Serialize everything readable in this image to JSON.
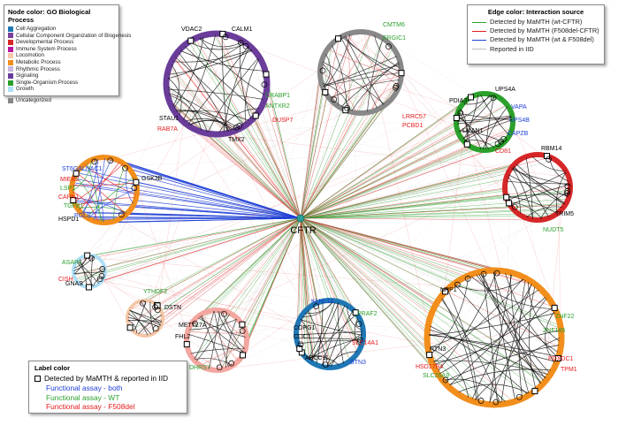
{
  "center": {
    "label": "CFTR"
  },
  "node_legend": {
    "title": "Node color: GO Biological Process",
    "items": [
      {
        "label": "Cell Aggregation",
        "color": "#1f77b4"
      },
      {
        "label": "Cellular Component Organization of Biogenesis",
        "color": "#7b3f99"
      },
      {
        "label": "Developmental Process",
        "color": "#d62728"
      },
      {
        "label": "Immune System Process",
        "color": "#b5179e"
      },
      {
        "label": "Locomotion",
        "color": "#f4c7a8"
      },
      {
        "label": "Metabolic Process",
        "color": "#f28e1c"
      },
      {
        "label": "Rhythmic Process",
        "color": "#c7b8e0"
      },
      {
        "label": "Signaling",
        "color": "#6a3d9a"
      },
      {
        "label": "Single-Organism Process",
        "color": "#2ca02c"
      },
      {
        "label": "Growth",
        "color": "#aedff7"
      }
    ],
    "uncat": {
      "label": "Uncategorized",
      "color": "#888888"
    }
  },
  "edge_legend": {
    "title": "Edge color: Interaction source",
    "items": [
      {
        "label": "Detected by MaMTH (wt-CFTR)",
        "color": "#2ca02c"
      },
      {
        "label": "Detected by MaMTH (F508del-CFTR)",
        "color": "#e41a1c"
      },
      {
        "label": "Detected by MaMTH (wt & F508del)",
        "color": "#1f3fd6"
      },
      {
        "label": "Reported in IID",
        "color": "#bdbdbd"
      }
    ]
  },
  "label_legend": {
    "title": "Label color",
    "items": [
      {
        "label": "Detected by MaMTH & reported in IID",
        "color": "#000000"
      },
      {
        "label": "Functional assay - both",
        "color": "#1f3fd6"
      },
      {
        "label": "Functional assay - WT",
        "color": "#2ca02c"
      },
      {
        "label": "Functional assay - F508del",
        "color": "#e41a1c"
      }
    ]
  },
  "clusters": [
    {
      "id": "purple",
      "color": "#6a3d9a",
      "labels": [
        {
          "text": "VDAC2",
          "color": "#000000"
        },
        {
          "text": "CALM1",
          "color": "#000000"
        },
        {
          "text": "STAU1",
          "color": "#000000"
        },
        {
          "text": "RAB7A",
          "color": "#e41a1c"
        },
        {
          "text": "CRABP1",
          "color": "#2ca02c"
        },
        {
          "text": "ANTXR2",
          "color": "#2ca02c"
        },
        {
          "text": "DUSP7",
          "color": "#e41a1c"
        },
        {
          "text": "TMX2",
          "color": "#000000"
        }
      ]
    },
    {
      "id": "gray",
      "color": "#888888",
      "labels": [
        {
          "text": "LRRC57",
          "color": "#e41a1c"
        },
        {
          "text": "PCBD1",
          "color": "#e41a1c"
        },
        {
          "text": "CMTM6",
          "color": "#2ca02c"
        },
        {
          "text": "ERGIC1",
          "color": "#2ca02c"
        }
      ]
    },
    {
      "id": "green",
      "color": "#2ca02c",
      "labels": [
        {
          "text": "UPS4A",
          "color": "#000000"
        },
        {
          "text": "VAPA",
          "color": "#1f3fd6"
        },
        {
          "text": "UPS4B",
          "color": "#1f3fd6"
        },
        {
          "text": "CAPZB",
          "color": "#1f3fd6"
        },
        {
          "text": "PDIA3",
          "color": "#000000"
        },
        {
          "text": "CD81",
          "color": "#e41a1c"
        },
        {
          "text": "LMAN1",
          "color": "#000000"
        }
      ]
    },
    {
      "id": "orange-left",
      "color": "#f28e1c",
      "labels": [
        {
          "text": "ST6GALNAC1",
          "color": "#1f3fd6"
        },
        {
          "text": "MIER2",
          "color": "#e41a1c"
        },
        {
          "text": "LSP1",
          "color": "#2ca02c"
        },
        {
          "text": "CAPN1",
          "color": "#e41a1c"
        },
        {
          "text": "TGFB1",
          "color": "#2ca02c"
        },
        {
          "text": "HSPD1",
          "color": "#000000"
        },
        {
          "text": "GSK3B",
          "color": "#000000"
        },
        {
          "text": "PGLS",
          "color": "#1f3fd6"
        }
      ]
    },
    {
      "id": "red",
      "color": "#d62728",
      "labels": [
        {
          "text": "RBM14",
          "color": "#000000"
        },
        {
          "text": "TRIM5",
          "color": "#000000"
        },
        {
          "text": "NUDT5",
          "color": "#2ca02c"
        }
      ]
    },
    {
      "id": "lightblue",
      "color": "#aedff7",
      "labels": [
        {
          "text": "GNAS",
          "color": "#000000"
        },
        {
          "text": "ASAP1",
          "color": "#2ca02c"
        },
        {
          "text": "CISH",
          "color": "#e41a1c"
        }
      ]
    },
    {
      "id": "peach",
      "color": "#f4c7a8",
      "labels": [
        {
          "text": "DSTN",
          "color": "#000000"
        },
        {
          "text": "YTHDF2",
          "color": "#2ca02c"
        }
      ]
    },
    {
      "id": "pink",
      "color": "#f4a6a0",
      "labels": [
        {
          "text": "METTL7A",
          "color": "#000000"
        },
        {
          "text": "FHL2",
          "color": "#000000"
        },
        {
          "text": "DHRS7",
          "color": "#2ca02c"
        }
      ]
    },
    {
      "id": "blue",
      "color": "#1f77b4",
      "labels": [
        {
          "text": "COPG1",
          "color": "#000000"
        },
        {
          "text": "CLIC1",
          "color": "#000000"
        },
        {
          "text": "ABCC11",
          "color": "#000000"
        },
        {
          "text": "KLHL14",
          "color": "#1f3fd6"
        },
        {
          "text": "PRAF2",
          "color": "#2ca02c"
        },
        {
          "text": "SLC14A1",
          "color": "#e41a1c"
        },
        {
          "text": "BTN3",
          "color": "#1f3fd6"
        }
      ]
    },
    {
      "id": "orange-big",
      "color": "#f28e1c",
      "labels": [
        {
          "text": "NRP1",
          "color": "#000000"
        },
        {
          "text": "HSD17B4",
          "color": "#e41a1c"
        },
        {
          "text": "SLC26A9",
          "color": "#2ca02c"
        },
        {
          "text": "RTN3",
          "color": "#000000"
        },
        {
          "text": "ZNF22",
          "color": "#2ca02c"
        },
        {
          "text": "ZNF185",
          "color": "#2ca02c"
        },
        {
          "text": "PDXDC1",
          "color": "#e41a1c"
        },
        {
          "text": "TPM1",
          "color": "#e41a1c"
        }
      ]
    }
  ]
}
